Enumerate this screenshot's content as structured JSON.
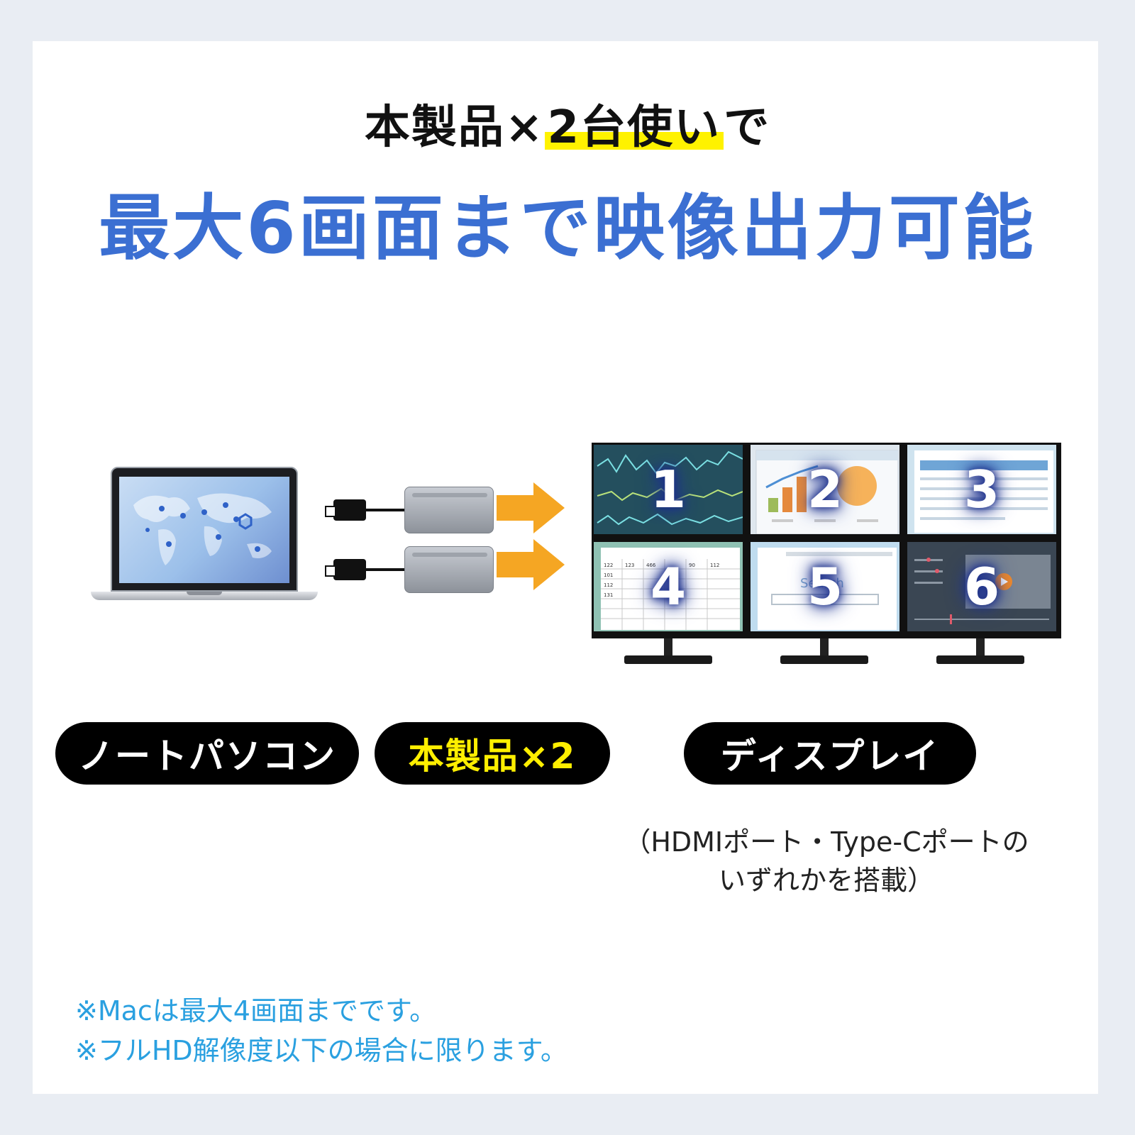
{
  "headline": {
    "line1_prefix": "本製品×",
    "line1_highlight": "2台使い",
    "line1_suffix": "で",
    "line2": "最大6画面まで映像出力可能"
  },
  "diagram": {
    "laptop_label": "ノートパソコン",
    "hub_label": "本製品×2",
    "display_label": "ディスプレイ",
    "panels": [
      "1",
      "2",
      "3",
      "4",
      "5",
      "6"
    ],
    "panel4_cells": [
      "122",
      "123",
      "466",
      "90",
      "112",
      "101",
      "112",
      "131"
    ],
    "panel5_text": "Search",
    "port_note_line1": "（HDMIポート・Type-Cポートの",
    "port_note_line2": "いずれかを搭載）",
    "arrow_color": "#f5a623"
  },
  "notes": [
    "※Macは最大4画面までです。",
    "※フルHD解像度以下の場合に限ります。"
  ],
  "colors": {
    "headline_blue": "#3b6fd2",
    "highlight_yellow": "#fff200",
    "note_blue": "#2aa0e0"
  }
}
